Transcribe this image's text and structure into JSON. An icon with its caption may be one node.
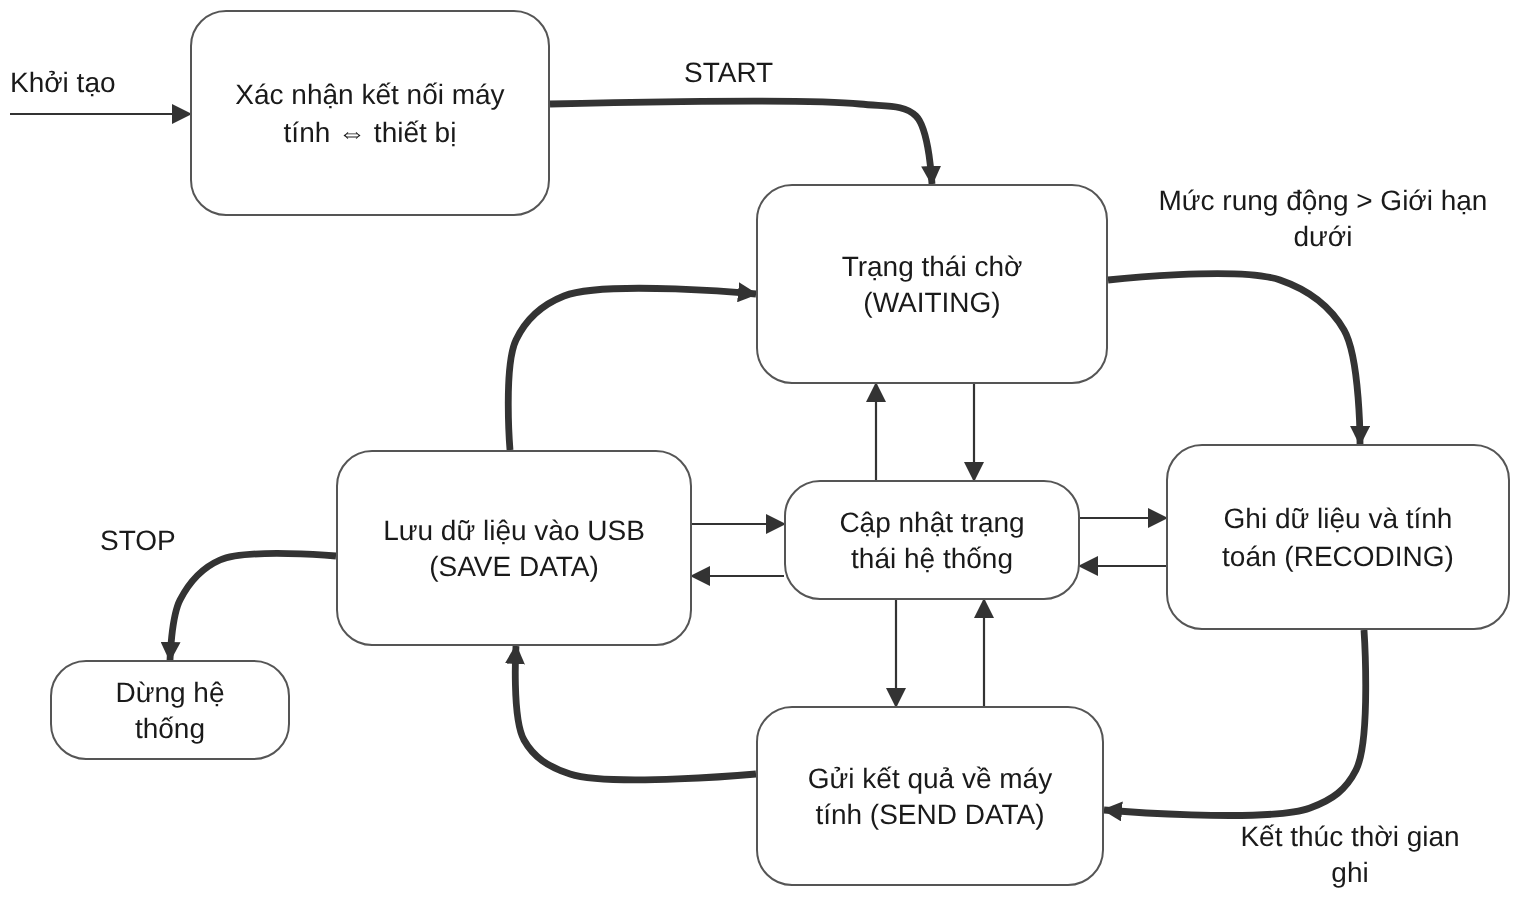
{
  "diagram": {
    "nodes": [
      {
        "text": [
          "Xác nhận kết nối máy tính ⇔ thiết bị"
        ]
      },
      {
        "text": [
          "Trạng thái chờ (WAITING)"
        ]
      },
      {
        "text": [
          "Lưu dữ liệu vào USB (SAVE DATA)"
        ]
      },
      {
        "text": [
          "Cập nhật trạng thái hệ thống"
        ]
      },
      {
        "text": [
          "Ghi dữ liệu và tính toán (RECODING)"
        ]
      },
      {
        "text": [
          "Dừng hệ thống"
        ]
      },
      {
        "text": [
          "Gửi kết quả về máy tính (SEND DATA)"
        ]
      }
    ],
    "edges": [
      {
        "from": null,
        "to": 0,
        "arrow": "to",
        "label": "Khởi tạo"
      },
      {
        "from": 0,
        "to": 1,
        "arrow": "to",
        "label": "START",
        "style": "thick"
      },
      {
        "from": 1,
        "to": 4,
        "arrow": "to",
        "label": "Mức rung động > Giới hạn dưới",
        "style": "thick"
      },
      {
        "from": 4,
        "to": 6,
        "arrow": "to",
        "label": "Kết thúc thời gian ghi",
        "style": "thick"
      },
      {
        "from": 6,
        "to": 2,
        "arrow": "to",
        "style": "thick"
      },
      {
        "from": 2,
        "to": 1,
        "arrow": "to",
        "style": "thick"
      },
      {
        "from": 2,
        "to": 5,
        "arrow": "to",
        "label": "STOP",
        "style": "thick"
      },
      {
        "from": 3,
        "to": 1,
        "arrow": "to"
      },
      {
        "from": 1,
        "to": 3,
        "arrow": "to"
      },
      {
        "from": 3,
        "to": 4,
        "arrow": "to"
      },
      {
        "from": 4,
        "to": 3,
        "arrow": "to"
      },
      {
        "from": 2,
        "to": 3,
        "arrow": "to"
      },
      {
        "from": 3,
        "to": 2,
        "arrow": "to"
      },
      {
        "from": 3,
        "to": 6,
        "arrow": "to"
      },
      {
        "from": 6,
        "to": 3,
        "arrow": "to"
      }
    ]
  }
}
